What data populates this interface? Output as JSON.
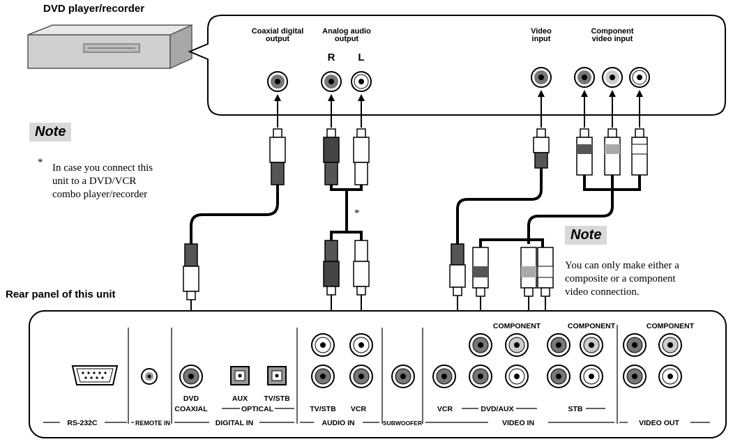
{
  "titles": {
    "device": "DVD player/recorder",
    "rear_panel": "Rear panel of this unit"
  },
  "device_outputs": {
    "coaxial_digital_line1": "Coaxial digital",
    "coaxial_digital_line2": "output",
    "analog_audio_line1": "Analog audio",
    "analog_audio_line2": "output",
    "channel_r": "R",
    "channel_l": "L",
    "video_input_line1": "Video",
    "video_input_line2": "input",
    "component_line1": "Component",
    "component_line2": "video input"
  },
  "notes": {
    "note1_heading": "Note",
    "note1_asterisk": "*",
    "note1_line1": "In case you connect this",
    "note1_line2": "unit to a DVD/VCR",
    "note1_line3": "combo player/recorder",
    "cable_asterisk": "*",
    "note2_heading": "Note",
    "note2_line1": "You can only make either a",
    "note2_line2": "composite or a component",
    "note2_line3": "video connection."
  },
  "panel_labels": {
    "rs232c": "RS-232C",
    "remote_in": "REMOTE IN",
    "dvd": "DVD",
    "coaxial": "COAXIAL",
    "aux": "AUX",
    "tv_stb_optical": "TV/STB",
    "optical": "OPTICAL",
    "digital_in": "DIGITAL IN",
    "tv_stb_audio": "TV/STB",
    "vcr_audio": "VCR",
    "audio_in": "AUDIO IN",
    "subwoofer": "SUBWOOFER",
    "vcr_video": "VCR",
    "dvd_aux": "DVD/AUX",
    "stb": "STB",
    "video_in": "VIDEO IN",
    "video_out": "VIDEO OUT",
    "component1": "COMPONENT",
    "component2": "COMPONENT",
    "component3": "COMPONENT"
  }
}
